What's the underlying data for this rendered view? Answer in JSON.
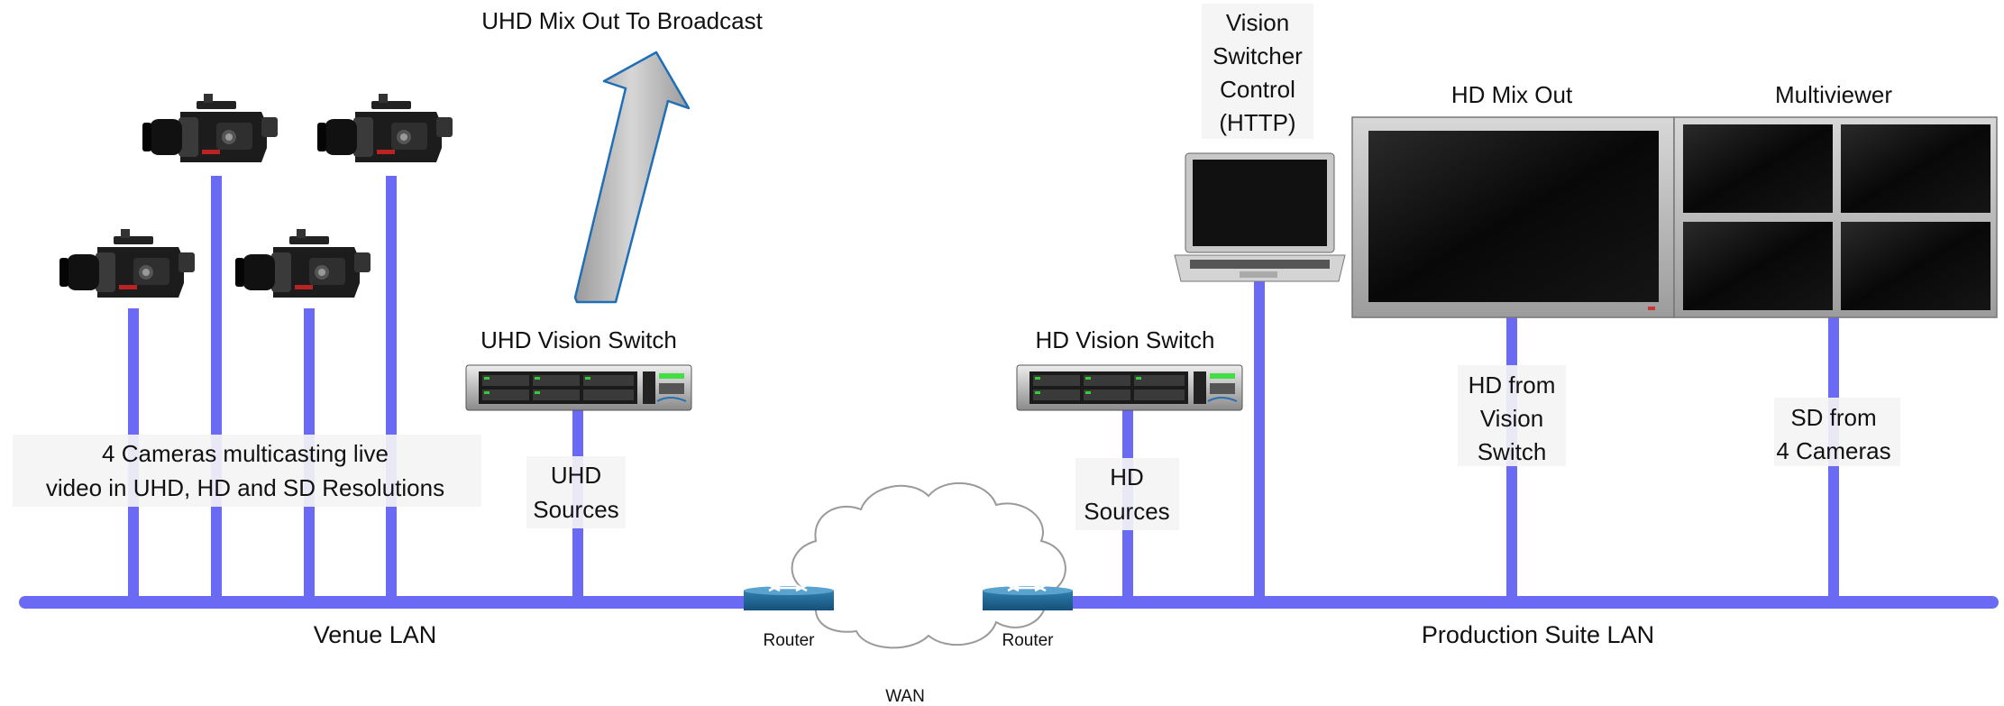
{
  "labels": {
    "broadcast": "UHD Mix Out To Broadcast",
    "cameras_line1": "4 Cameras multicasting live",
    "cameras_line2": "video in UHD, HD and SD Resolutions",
    "uhd_switch": "UHD Vision Switch",
    "uhd_sources_1": "UHD",
    "uhd_sources_2": "Sources",
    "hd_switch": "HD Vision Switch",
    "hd_sources_1": "HD",
    "hd_sources_2": "Sources",
    "control_1": "Vision",
    "control_2": "Switcher",
    "control_3": "Control",
    "control_4": "(HTTP)",
    "hd_mix_out": "HD Mix Out",
    "multiviewer": "Multiviewer",
    "hd_from_1": "HD from",
    "hd_from_2": "Vision",
    "hd_from_3": "Switch",
    "sd_from_1": "SD from",
    "sd_from_2": "4 Cameras",
    "venue_lan": "Venue LAN",
    "production_lan": "Production Suite LAN",
    "router_left": "Router",
    "router_right": "Router",
    "wan": "WAN"
  },
  "colors": {
    "lan": "#6a6af5",
    "arrow_border": "#1f6fb8"
  }
}
